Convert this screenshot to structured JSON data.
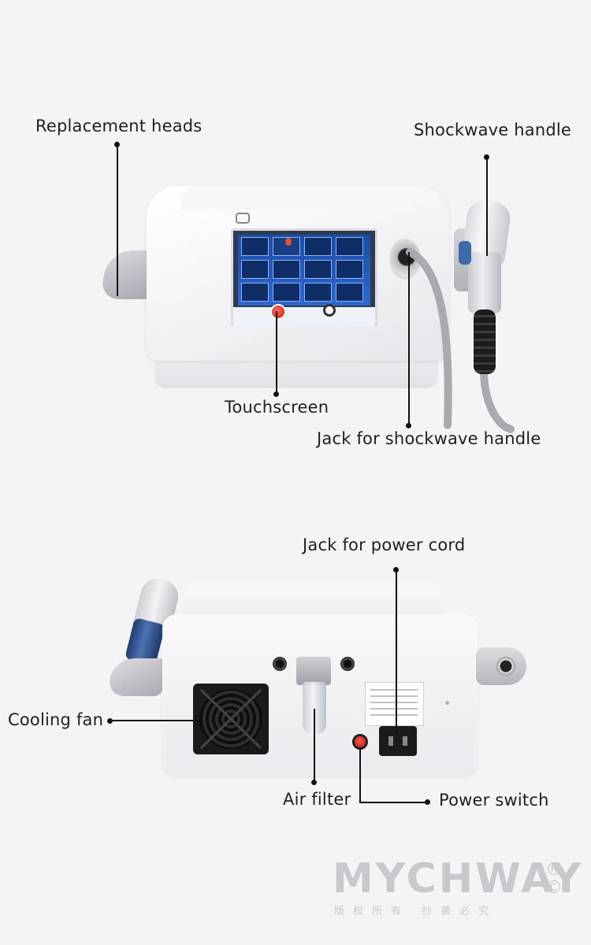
{
  "labels": {
    "replacement_heads": "Replacement heads",
    "shockwave_handle": "Shockwave handle",
    "touchscreen": "Touchscreen",
    "jack_shockwave": "Jack for shockwave handle",
    "jack_power": "Jack for power cord",
    "cooling_fan": "Cooling fan",
    "air_filter": "Air filter",
    "power_switch": "Power switch"
  },
  "watermark": {
    "brand": "MYCHWAY",
    "registered": "®",
    "copyright": "©",
    "subtitle": "版权所有 抄袭必究"
  },
  "colors": {
    "background": "#f4f4f6",
    "screen_blue": "#2d67d0",
    "power_red": "#d11b10",
    "handle_blue": "#4c72b0",
    "watermark_gray": "#c9c9cd"
  }
}
